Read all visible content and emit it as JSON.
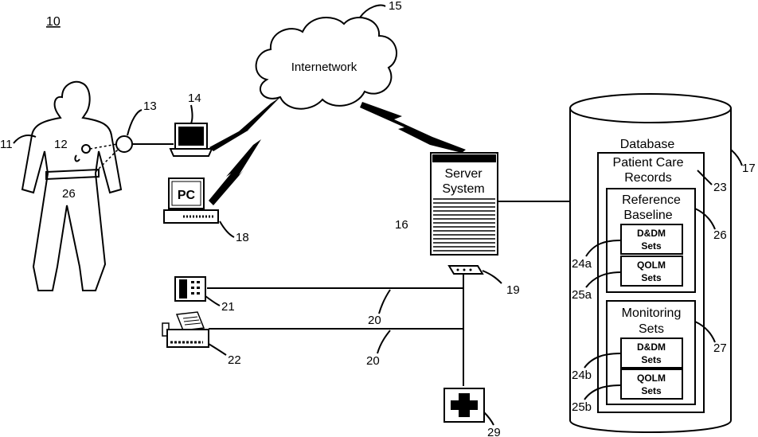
{
  "figure_number": "10",
  "cloud": {
    "label": "Internetwork",
    "ref": "15"
  },
  "server": {
    "label_line1": "Server",
    "label_line2": "System",
    "ref": "16"
  },
  "database": {
    "label": "Database",
    "ref": "17",
    "records": {
      "label_line1": "Patient Care",
      "label_line2": "Records",
      "ref": "23"
    },
    "reference": {
      "label_line1": "Reference",
      "label_line2": "Baseline",
      "ref": "26",
      "set1": {
        "line1": "D&DM",
        "line2": "Sets",
        "ref": "24a"
      },
      "set2": {
        "line1": "QOLM",
        "line2": "Sets",
        "ref": "25a"
      }
    },
    "monitoring": {
      "label_line1": "Monitoring",
      "label_line2": "Sets",
      "ref": "27",
      "set1": {
        "line1": "D&DM",
        "line2": "Sets",
        "ref": "24b"
      },
      "set2": {
        "line1": "QOLM",
        "line2": "Sets",
        "ref": "25b"
      }
    }
  },
  "patient": {
    "ref": "11",
    "sensor_ref": "12",
    "device_ref": "13",
    "belt_ref": "26"
  },
  "laptop": {
    "ref": "14"
  },
  "pc": {
    "label": "PC",
    "ref": "18"
  },
  "router": {
    "ref": "19"
  },
  "lines": {
    "ref1": "20",
    "ref2": "20"
  },
  "phone": {
    "ref": "21"
  },
  "fax": {
    "ref": "22"
  },
  "hospital": {
    "ref": "29"
  }
}
